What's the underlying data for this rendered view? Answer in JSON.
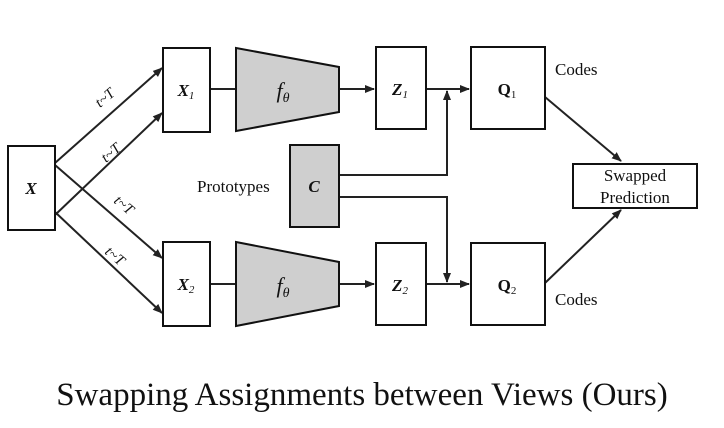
{
  "nodes": {
    "input": {
      "main": "X",
      "sub": ""
    },
    "view1": {
      "main": "X",
      "sub": "1"
    },
    "view2": {
      "main": "X",
      "sub": "2"
    },
    "encoder1": {
      "main": "f",
      "sub": "θ"
    },
    "encoder2": {
      "main": "f",
      "sub": "θ"
    },
    "feature1": {
      "main": "Z",
      "sub": "1"
    },
    "feature2": {
      "main": "Z",
      "sub": "2"
    },
    "code1": {
      "main": "Q",
      "sub": "1"
    },
    "code2": {
      "main": "Q",
      "sub": "2"
    },
    "prototypes": {
      "main": "C",
      "label": "Prototypes"
    },
    "swapped": {
      "line1": "Swapped",
      "line2": "Prediction"
    }
  },
  "labels": {
    "codes_top": "Codes",
    "codes_bottom": "Codes",
    "transform": "t~T"
  },
  "caption": "Swapping Assignments between Views (Ours)"
}
